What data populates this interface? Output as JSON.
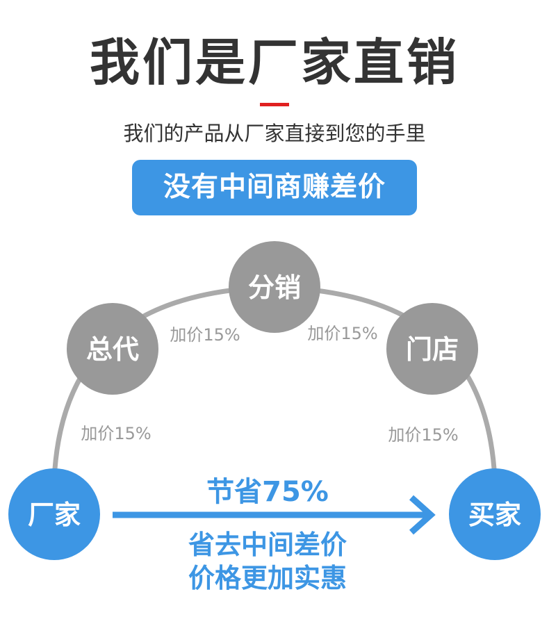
{
  "header": {
    "title": "我们是厂家直销",
    "subtitle": "我们的产品从厂家直接到您的手里",
    "banner": "没有中间商赚差价"
  },
  "chain": {
    "factory": "厂家",
    "general_agent": "总代",
    "distribution": "分销",
    "store": "门店",
    "buyer": "买家",
    "markups": [
      "加价15%",
      "加价15%",
      "加价15%",
      "加价15%"
    ]
  },
  "direct": {
    "saving": "节省75%",
    "line1": "省去中间差价",
    "line2": "价格更加实惠"
  },
  "colors": {
    "blue": "#3d96e4",
    "gray": "#999999",
    "red": "#e02020",
    "text": "#333333"
  }
}
